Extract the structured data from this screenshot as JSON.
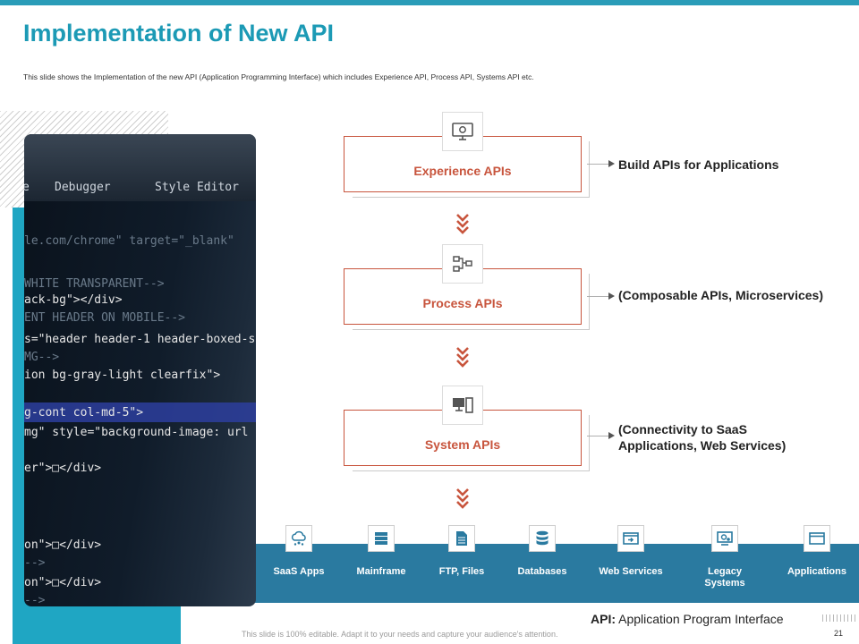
{
  "slide": {
    "title": "Implementation of New API",
    "subtitle": "This slide shows the Implementation of the new API (Application Programming Interface) which includes Experience API, Process API, Systems API etc."
  },
  "photo": {
    "tabs": [
      "e",
      "Debugger",
      "Style Editor"
    ],
    "code_lines": [
      "le.com/chrome\" target=\"_blank\"",
      "WHITE TRANSPARENT-->",
      "ack-bg\"></div>",
      "ENT HEADER ON MOBILE-->",
      "s=\"header header-1 header-boxed-s",
      "MG-->",
      "ion bg-gray-light clearfix\">",
      "g-cont col-md-5\">",
      "mg\" style=\"background-image: url",
      "er\">□</div>",
      "on\">□</div>",
      "-->",
      "on\">□</div>",
      "-->"
    ]
  },
  "layers": [
    {
      "label": "Experience APIs",
      "icon": "monitor-gear-icon",
      "description": "Build APIs for Applications"
    },
    {
      "label": "Process APIs",
      "icon": "process-flow-icon",
      "description": "(Composable APIs, Microservices)"
    },
    {
      "label": "System APIs",
      "icon": "computer-devices-icon",
      "description_lines": [
        "(Connectivity to SaaS",
        "Applications, Web Services)"
      ]
    }
  ],
  "categories": [
    {
      "label": "SaaS Apps",
      "icon": "cloud-icon"
    },
    {
      "label": "Mainframe",
      "icon": "server-rack-icon"
    },
    {
      "label": "FTP, Files",
      "icon": "file-icon"
    },
    {
      "label": "Databases",
      "icon": "database-icon"
    },
    {
      "label": "Web Services",
      "icon": "web-service-icon"
    },
    {
      "label": "Legacy Systems",
      "icon": "legacy-system-icon"
    },
    {
      "label": "Applications",
      "icon": "application-window-icon"
    }
  ],
  "definition": {
    "term": "API:",
    "text": " Application Program Interface"
  },
  "footer": "This slide is 100% editable. Adapt it to your needs and capture your audience's attention.",
  "page_number": "21",
  "colors": {
    "accent": "#1c9ab5",
    "teal": "#1fa6c3",
    "band": "#2a7aa0",
    "orange": "#c8553d"
  }
}
